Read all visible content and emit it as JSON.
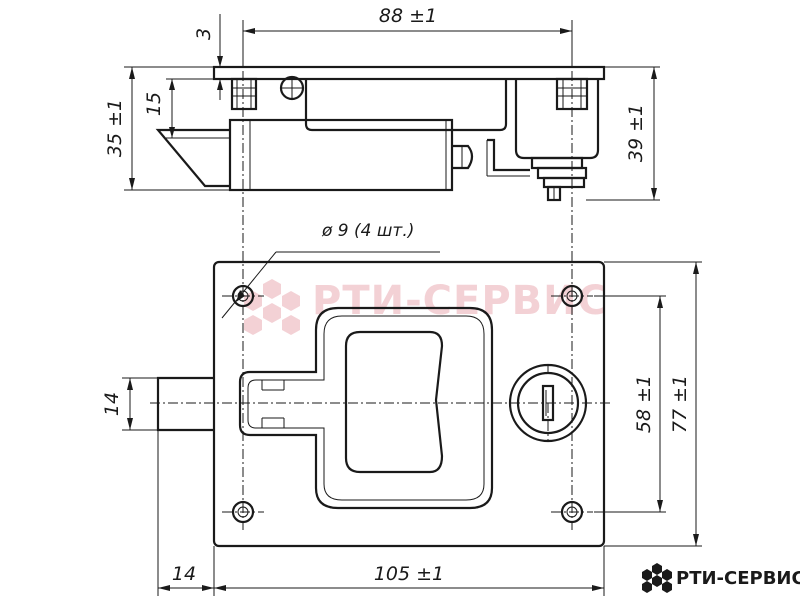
{
  "dimensions": {
    "top_width": "88 ±1",
    "plate_thickness": "3",
    "side_height_left": "35 ±1",
    "side_depth": "15",
    "side_height_right": "39 ±1",
    "hole_note": "ø 9 (4 шт.)",
    "bolt_width": "14",
    "height_inner": "58 ±1",
    "height_total": "77 ±1",
    "bolt_length": "14",
    "width_total": "105 ±1"
  },
  "watermark": {
    "text": "РТИ-СЕРВИС"
  },
  "logo": {
    "text": "РТИ-СЕРВИС"
  },
  "colors": {
    "line": "#1a1a1a",
    "watermark": "#f0c2c8",
    "logo_hex": "#1a1a1a"
  }
}
